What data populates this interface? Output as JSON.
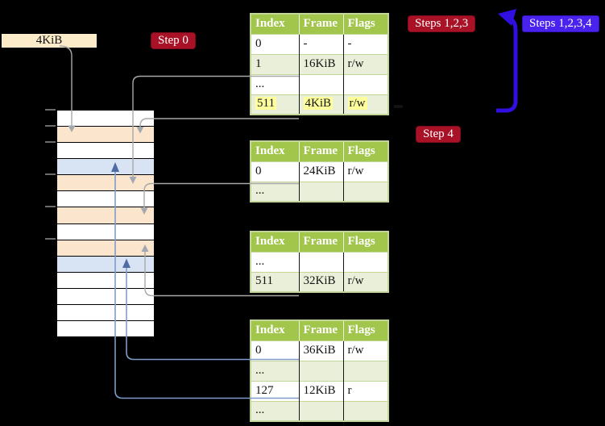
{
  "page_size_label": "4KiB",
  "badges": {
    "step0": "Step 0",
    "steps123": "Steps 1,2,3",
    "steps1234": "Steps 1,2,3,4",
    "step4": "Step 4"
  },
  "memory": {
    "row_colors": [
      "white",
      "peach",
      "white",
      "blue",
      "peach",
      "white",
      "peach",
      "white",
      "peach",
      "blue",
      "white",
      "white",
      "white",
      "white"
    ]
  },
  "tables": [
    {
      "headers": [
        "Index",
        "Frame",
        "Flags"
      ],
      "rows": [
        {
          "cells": [
            "0",
            "-",
            "-"
          ]
        },
        {
          "cells": [
            "1",
            "16KiB",
            "r/w"
          ]
        },
        {
          "cells": [
            "...",
            "",
            ""
          ]
        },
        {
          "cells": [
            "511",
            "4KiB",
            "r/w"
          ],
          "highlight": true
        }
      ]
    },
    {
      "headers": [
        "Index",
        "Frame",
        "Flags"
      ],
      "rows": [
        {
          "cells": [
            "0",
            "24KiB",
            "r/w"
          ]
        },
        {
          "cells": [
            "...",
            "",
            ""
          ]
        }
      ]
    },
    {
      "headers": [
        "Index",
        "Frame",
        "Flags"
      ],
      "rows": [
        {
          "cells": [
            "...",
            "",
            ""
          ]
        },
        {
          "cells": [
            "511",
            "32KiB",
            "r/w"
          ]
        }
      ]
    },
    {
      "headers": [
        "Index",
        "Frame",
        "Flags"
      ],
      "rows": [
        {
          "cells": [
            "0",
            "36KiB",
            "r/w"
          ]
        },
        {
          "cells": [
            "...",
            "",
            ""
          ]
        },
        {
          "cells": [
            "127",
            "12KiB",
            "r"
          ]
        },
        {
          "cells": [
            "...",
            "",
            ""
          ]
        }
      ]
    }
  ],
  "colors": {
    "table_header_bg": "#a2c64b",
    "table_row_alt_bg": "#e9efd8",
    "table_border": "#c2d69a",
    "highlight_bg": "#ffff9c",
    "memory_page_orange": "#fce5cd",
    "memory_page_blue": "#d8e3f4",
    "page_size_box_bg": "#fcecc9",
    "badge_red": "#a81126",
    "badge_blue": "#4a22ee",
    "arrow_blue_bold": "#2f10e0",
    "connector_gray": "#a8a8a8",
    "connector_gray_head": "#a3a8b0",
    "connector_blue": "#7e9cc9",
    "connector_blue_head": "#4d6ca3"
  }
}
